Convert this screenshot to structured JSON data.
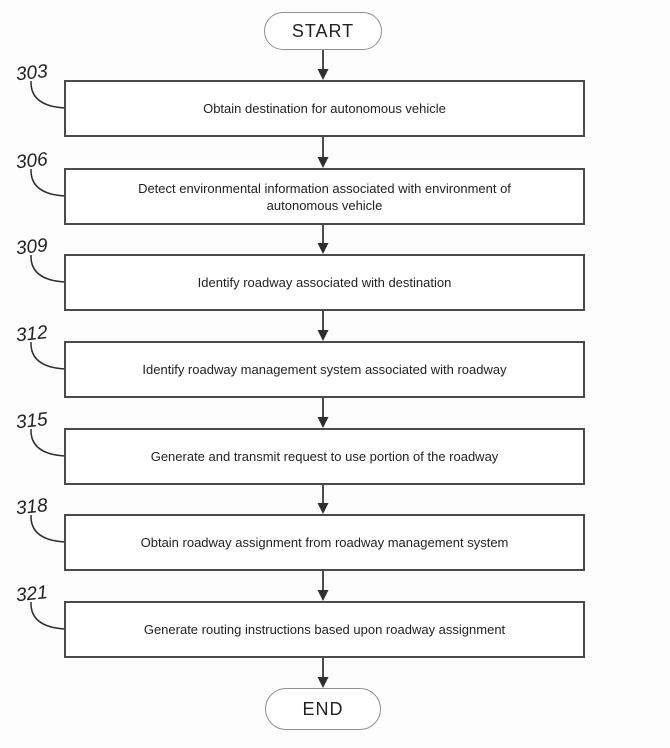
{
  "flowchart": {
    "start_label": "START",
    "end_label": "END",
    "steps": [
      {
        "ref": "303",
        "text": "Obtain destination for autonomous vehicle"
      },
      {
        "ref": "306",
        "text": "Detect environmental information associated with environment of autonomous vehicle"
      },
      {
        "ref": "309",
        "text": "Identify roadway associated with destination"
      },
      {
        "ref": "312",
        "text": "Identify roadway management system associated with roadway"
      },
      {
        "ref": "315",
        "text": "Generate and transmit request to use portion of the roadway"
      },
      {
        "ref": "318",
        "text": "Obtain roadway assignment from roadway management system"
      },
      {
        "ref": "321",
        "text": "Generate routing instructions based upon roadway assignment"
      }
    ],
    "colors": {
      "line": "#2e2e2e",
      "box_border": "#4a4a4a",
      "oval_border": "#8f8f8f",
      "text": "#222222",
      "bg": "#fcfcfc"
    }
  }
}
